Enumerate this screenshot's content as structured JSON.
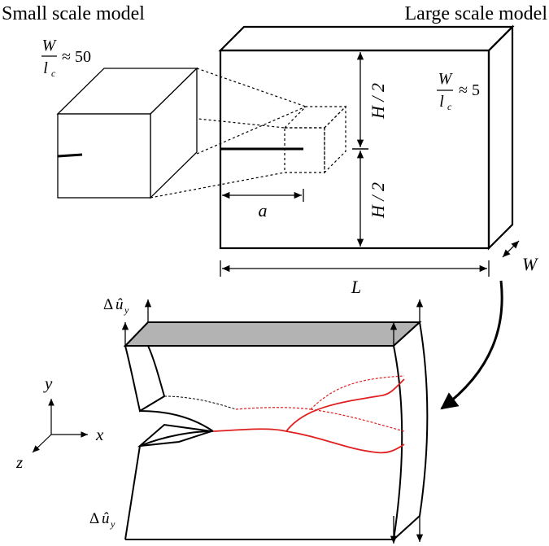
{
  "titles": {
    "small": "Small scale model",
    "large": "Large scale model"
  },
  "ratios": {
    "small": {
      "num": "W",
      "den": "l",
      "sub": "c",
      "approx": "≈ 50"
    },
    "large": {
      "num": "W",
      "den": "l",
      "sub": "c",
      "approx": "≈ 5"
    }
  },
  "dims": {
    "half_height_upper": "H / 2",
    "half_height_lower": "H / 2",
    "crack_length": "a",
    "length": "L",
    "width": "W"
  },
  "loads": {
    "top": {
      "delta": "Δ",
      "u": "û",
      "sub": "y"
    },
    "bottom": {
      "delta": "Δ",
      "u": "û",
      "sub": "y"
    }
  },
  "axes": {
    "y": "y",
    "x": "x",
    "z": "z"
  },
  "colors": {
    "crack_path": "#e02020",
    "top_face": "#b3b3b3"
  }
}
